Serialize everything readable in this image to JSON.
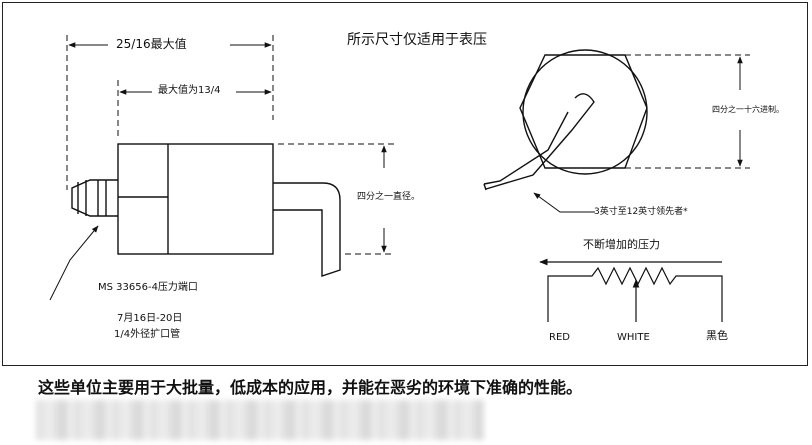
{
  "title": "所示尺寸仅适用于表压",
  "dimensions": {
    "overall_length": "25/16最大值",
    "body_length": "最大值为13/4",
    "body_diameter": "四分之一直径。",
    "hex_size": "四分之一十六进制。",
    "lead_length": "3英寸至12英寸领先者*"
  },
  "port": {
    "label": "MS 33656-4压力端口",
    "size_line1": "7月16日-20日",
    "size_line2": "1/4外径扩口管"
  },
  "schematic": {
    "pressure_label": "不断增加的压力",
    "wire_red": "RED",
    "wire_white": "WHITE",
    "wire_black": "黑色"
  },
  "caption": "这些单位主要用于大批量，低成本的应用，并能在恶劣的环境下准确的性能。"
}
